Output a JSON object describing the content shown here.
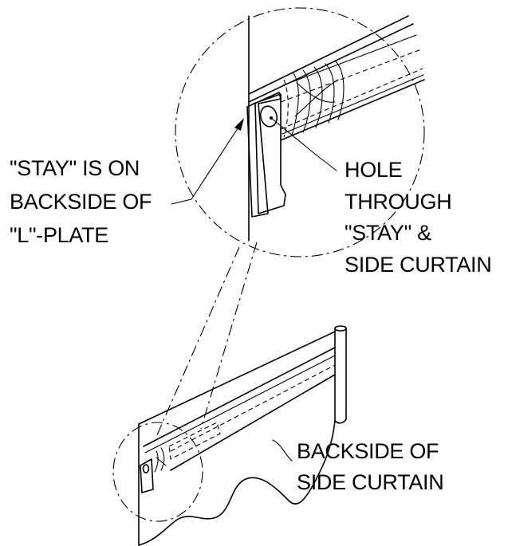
{
  "labels": {
    "stay": [
      "\"STAY\" IS ON",
      "BACKSIDE OF",
      "\"L\"-PLATE"
    ],
    "hole": [
      "HOLE",
      "THROUGH",
      "\"STAY\" &",
      "SIDE CURTAIN"
    ],
    "backside": [
      "BACKSIDE OF",
      "SIDE CURTAIN"
    ]
  }
}
